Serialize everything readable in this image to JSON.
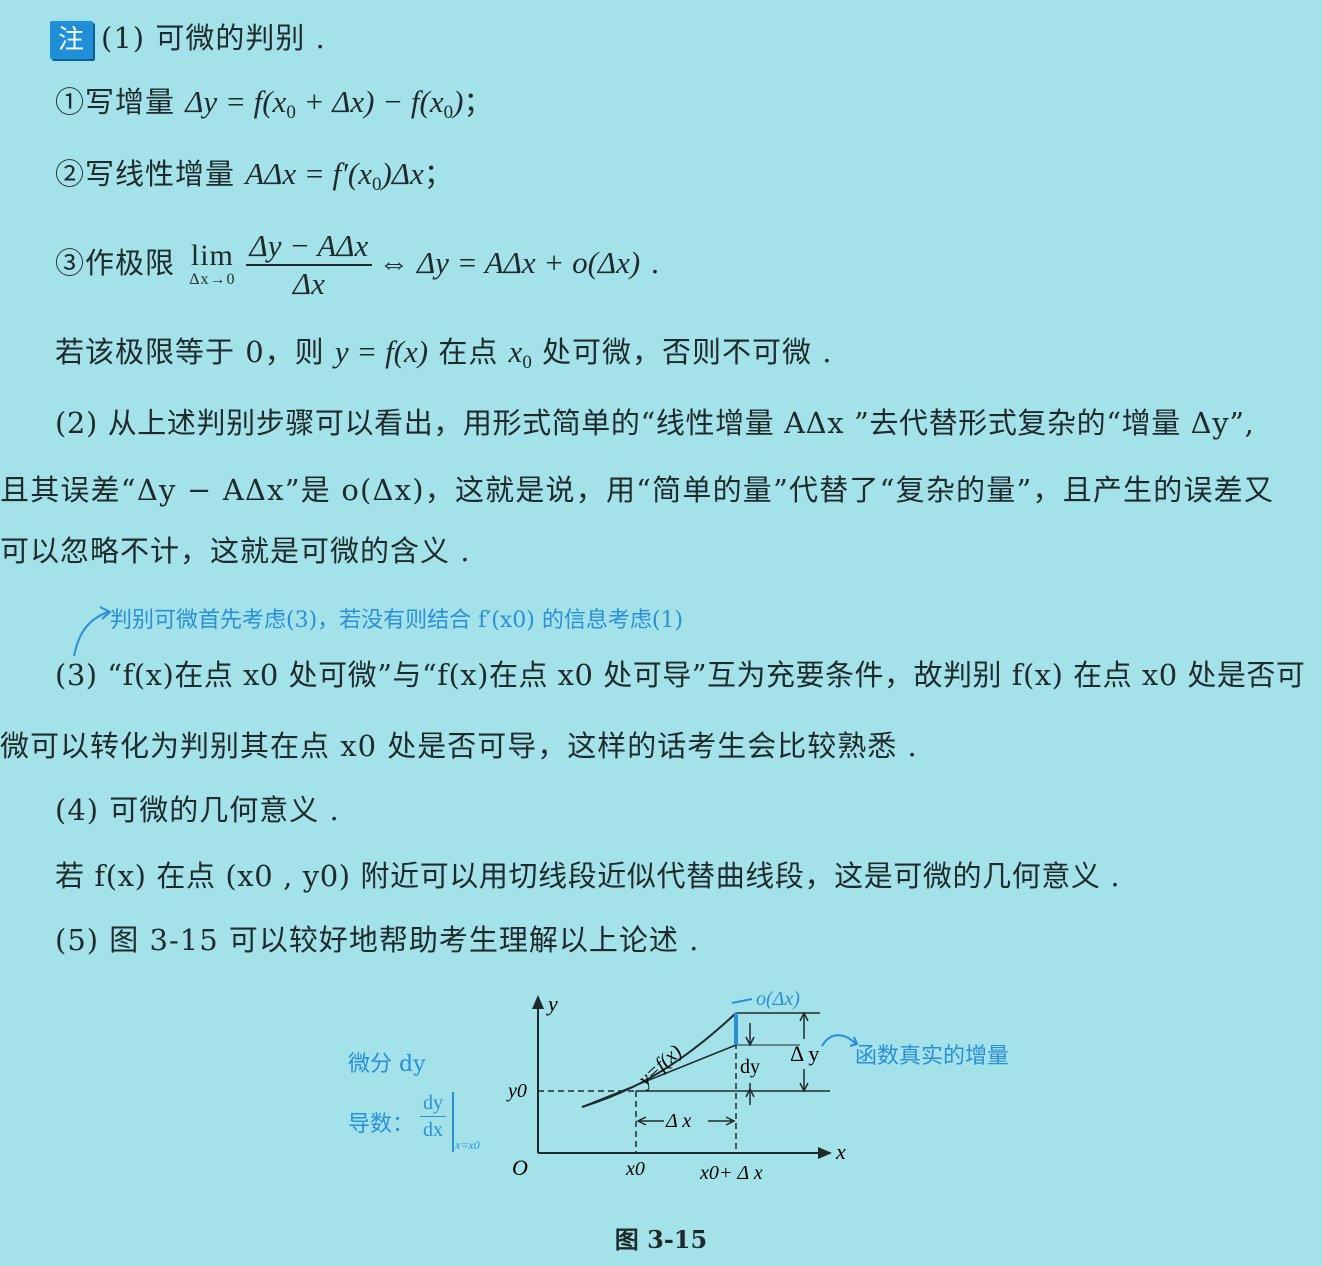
{
  "badge": "注",
  "p1": {
    "title": "(1) 可微的判别 .",
    "s1_label": "①写增量",
    "s1_formula": "Δy = f(x0 + Δx) − f(x0)",
    "s1_end": "；",
    "s2_label": "②写线性增量",
    "s2_formula": "AΔx = f′(x0)Δx",
    "s2_end": "；",
    "s3_label": "③作极限",
    "s3_lim": "lim",
    "s3_lim_sub": "Δx→0",
    "s3_num": "Δy − AΔx",
    "s3_den": "Δx",
    "s3_rhs": "⇔ Δy = AΔx + o(Δx)",
    "s3_end": " .",
    "conclusion_a": "若该极限等于 0，则",
    "conclusion_formula": "y = f(x)",
    "conclusion_b": "在点",
    "conclusion_c": "处可微，否则不可微 ."
  },
  "p2": {
    "line1": "(2) 从上述判别步骤可以看出，用形式简单的“线性增量 AΔx ”去代替形式复杂的“增量 Δy”,",
    "line2": "且其误差“Δy − AΔx”是 o(Δx)，这就是说，用“简单的量”代替了“复杂的量”，且产生的误差又",
    "line3": "可以忽略不计，这就是可微的含义 ."
  },
  "handnote_top": "判别可微首先考虑(3)，若没有则结合 f′(x0) 的信息考虑(1)",
  "p3": {
    "line1": "(3) “f(x)在点 x0 处可微”与“f(x)在点 x0 处可导”互为充要条件，故判别 f(x) 在点 x0 处是否可",
    "line2": "微可以转化为判别其在点 x0 处是否可导，这样的话考生会比较熟悉 ."
  },
  "p4": {
    "title": "(4) 可微的几何意义 .",
    "line": "若 f(x) 在点 (x0 , y0) 附近可以用切线段近似代替曲线段，这是可微的几何意义 ."
  },
  "p5": "(5) 图 3-15 可以较好地帮助考生理解以上论述 .",
  "figure": {
    "y_axis": "y",
    "x_axis": "x",
    "origin": "O",
    "y0": "y0",
    "x0": "x0",
    "x0_dx": "x0+ Δ x",
    "dx": "Δ x",
    "dy": "dy",
    "Dy": "Δ y",
    "curve": "y=f(x)",
    "o_dx": "o(Δx)",
    "note_differential": "微分 dy",
    "note_derivative": "导数：",
    "deriv_num": "dy",
    "deriv_den": "dx",
    "deriv_sub": "x=x0",
    "note_true_increment": "函数真实的增量",
    "caption": "图 3-15"
  },
  "colors": {
    "background": "#a4e2ea",
    "accent": "#2a8fd6",
    "badge": "#1f8fd8"
  }
}
